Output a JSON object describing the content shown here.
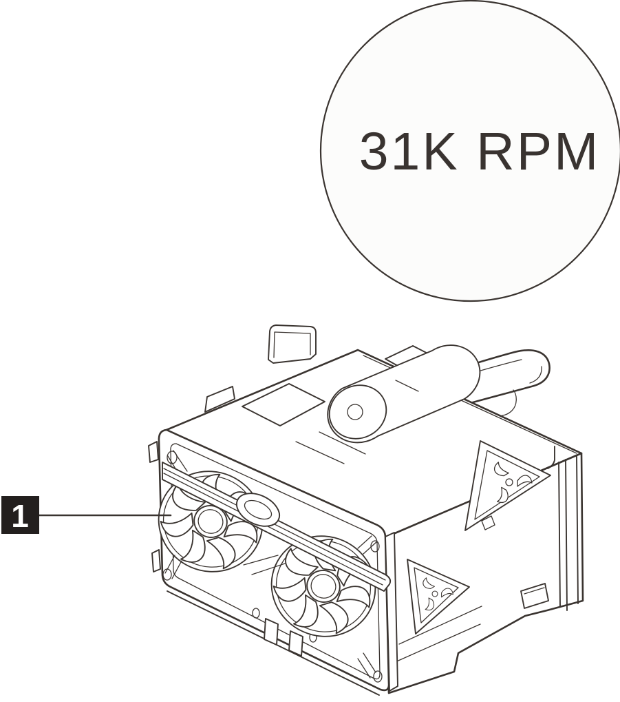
{
  "figure": {
    "alt": "Dual-rotor fan module, isometric technical line drawing"
  },
  "rpm_bubble": {
    "label": "31K RPM",
    "fill": "#fcfcfb",
    "text_color": "#393330"
  },
  "callout": {
    "number": "1",
    "bg": "#231f1e",
    "number_color": "#ffffff"
  },
  "colors": {
    "line": "#3a3430",
    "background": "#ffffff"
  }
}
